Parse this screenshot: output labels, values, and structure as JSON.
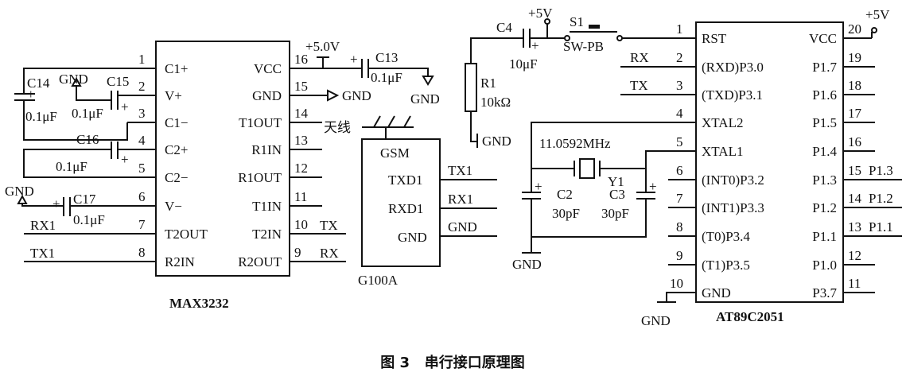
{
  "caption": "图 3   串行接口原理图",
  "power": {
    "v5_0": "+5.0V",
    "v5": "+5V",
    "v5_vcc": "+5V",
    "gnd": "GND"
  },
  "max3232": {
    "name": "MAX3232",
    "left_pins": [
      {
        "num": "1",
        "label": "C1+"
      },
      {
        "num": "2",
        "label": "V+"
      },
      {
        "num": "3",
        "label": "C1−"
      },
      {
        "num": "4",
        "label": "C2+"
      },
      {
        "num": "5",
        "label": "C2−"
      },
      {
        "num": "6",
        "label": "V−"
      },
      {
        "num": "7",
        "label": "T2OUT"
      },
      {
        "num": "8",
        "label": "R2IN"
      }
    ],
    "right_pins": [
      {
        "num": "16",
        "label": "VCC"
      },
      {
        "num": "15",
        "label": "GND"
      },
      {
        "num": "14",
        "label": "T1OUT"
      },
      {
        "num": "13",
        "label": "R1IN"
      },
      {
        "num": "12",
        "label": "R1OUT"
      },
      {
        "num": "11",
        "label": "T1IN"
      },
      {
        "num": "10",
        "label": "T2IN"
      },
      {
        "num": "9",
        "label": "R2OUT"
      }
    ],
    "left_nets": {
      "rx1": "RX1",
      "tx1": "TX1"
    },
    "right_nets": {
      "tx": "TX",
      "rx": "RX"
    }
  },
  "caps_left": {
    "c14": {
      "name": "C14",
      "value": "0.1μF"
    },
    "c15": {
      "name": "C15",
      "value": "0.1μF"
    },
    "c16": {
      "name": "C16",
      "value": "0.1μF"
    },
    "c17": {
      "name": "C17",
      "value": "0.1μF"
    },
    "c13": {
      "name": "C13",
      "value": "0.1μF"
    }
  },
  "antenna": "天线",
  "gsm": {
    "title": "GSM",
    "name": "G100A",
    "pins": [
      {
        "label": "TXD1",
        "net": "TX1"
      },
      {
        "label": "RXD1",
        "net": "RX1"
      },
      {
        "label": "GND",
        "net": "GND"
      }
    ]
  },
  "reset": {
    "c4": {
      "name": "C4",
      "value": "10μF"
    },
    "s1": {
      "name": "S1",
      "type": "SW-PB"
    },
    "r1": {
      "name": "R1",
      "value": "10kΩ"
    }
  },
  "crystal": {
    "freq": "11.0592MHz",
    "name": "Y1",
    "c2": {
      "name": "C2",
      "value": "30pF"
    },
    "c3": {
      "name": "C3",
      "value": "30pF"
    }
  },
  "mcu": {
    "name": "AT89C2051",
    "left_pins": [
      {
        "num": "1",
        "label": "RST"
      },
      {
        "num": "2",
        "label": "(RXD)P3.0"
      },
      {
        "num": "3",
        "label": "(TXD)P3.1"
      },
      {
        "num": "4",
        "label": "XTAL2"
      },
      {
        "num": "5",
        "label": "XTAL1"
      },
      {
        "num": "6",
        "label": "(INT0)P3.2"
      },
      {
        "num": "7",
        "label": "(INT1)P3.3"
      },
      {
        "num": "8",
        "label": "(T0)P3.4"
      },
      {
        "num": "9",
        "label": "(T1)P3.5"
      },
      {
        "num": "10",
        "label": "GND"
      }
    ],
    "right_pins": [
      {
        "num": "20",
        "label": "VCC"
      },
      {
        "num": "19",
        "label": "P1.7"
      },
      {
        "num": "18",
        "label": "P1.6"
      },
      {
        "num": "17",
        "label": "P1.5"
      },
      {
        "num": "16",
        "label": "P1.4"
      },
      {
        "num": "15",
        "label": "P1.3"
      },
      {
        "num": "14",
        "label": "P1.2"
      },
      {
        "num": "13",
        "label": "P1.1"
      },
      {
        "num": "12",
        "label": "P1.0"
      },
      {
        "num": "11",
        "label": "P3.7"
      }
    ],
    "left_nets": {
      "rx": "RX",
      "tx": "TX"
    },
    "right_nets": {
      "p13": "P1.3",
      "p12": "P1.2",
      "p11": "P1.1"
    }
  }
}
